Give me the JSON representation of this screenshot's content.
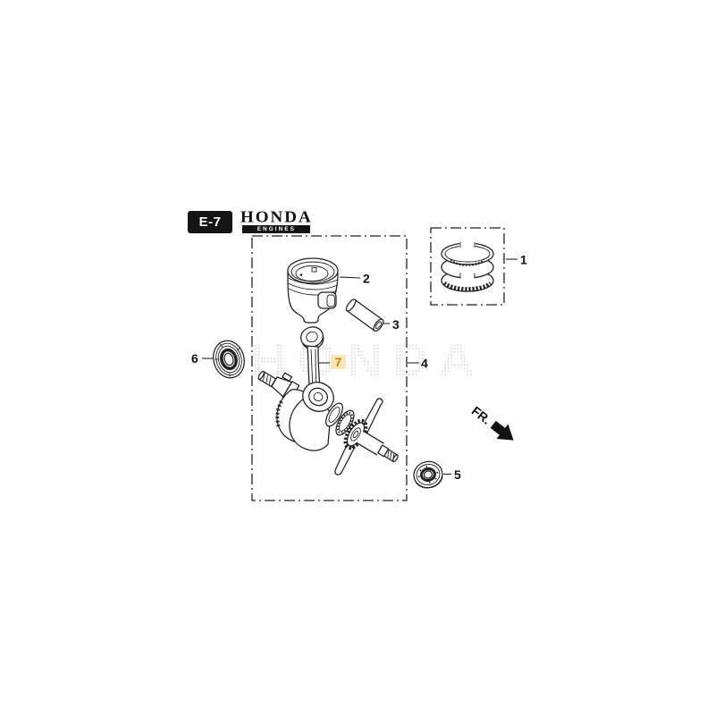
{
  "page": {
    "background": "#ffffff"
  },
  "header": {
    "section_code": "E-7",
    "brand": "HONDA",
    "brand_subtitle": "ENGINES"
  },
  "watermark": {
    "text": "HONDA"
  },
  "direction_indicator": {
    "label": "FR."
  },
  "colors": {
    "line": "#1f1f1f",
    "highlight_bg": "#f7e7b9",
    "highlight_text": "#c8860a",
    "watermark_dot": "#cfcfcf"
  },
  "callouts": [
    {
      "label": "1",
      "highlighted": false
    },
    {
      "label": "2",
      "highlighted": false
    },
    {
      "label": "3",
      "highlighted": false
    },
    {
      "label": "4",
      "highlighted": false
    },
    {
      "label": "5",
      "highlighted": false
    },
    {
      "label": "6",
      "highlighted": false
    },
    {
      "label": "7",
      "highlighted": true
    }
  ]
}
